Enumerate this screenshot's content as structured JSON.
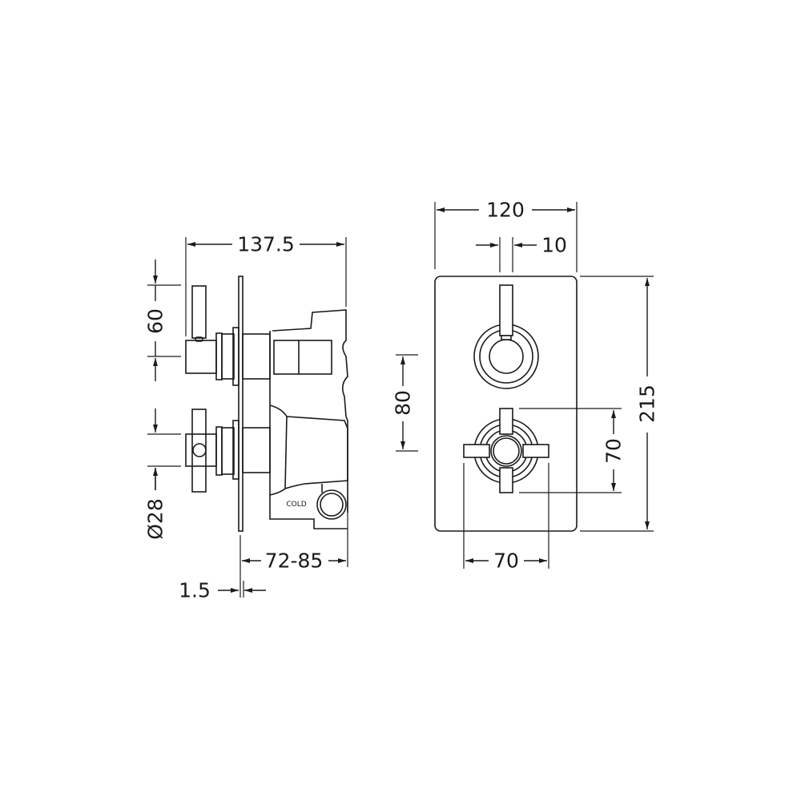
{
  "side_view": {
    "depth_total": "137.5",
    "handle_spacing": "60",
    "diameter": "Ø28",
    "projection": "72-85",
    "plate_thickness": "1.5",
    "port_label": "COLD"
  },
  "front_view": {
    "width": "120",
    "lever_width": "10",
    "height": "215",
    "handle_spacing": "80",
    "cross_height": "70",
    "cross_width": "70"
  }
}
